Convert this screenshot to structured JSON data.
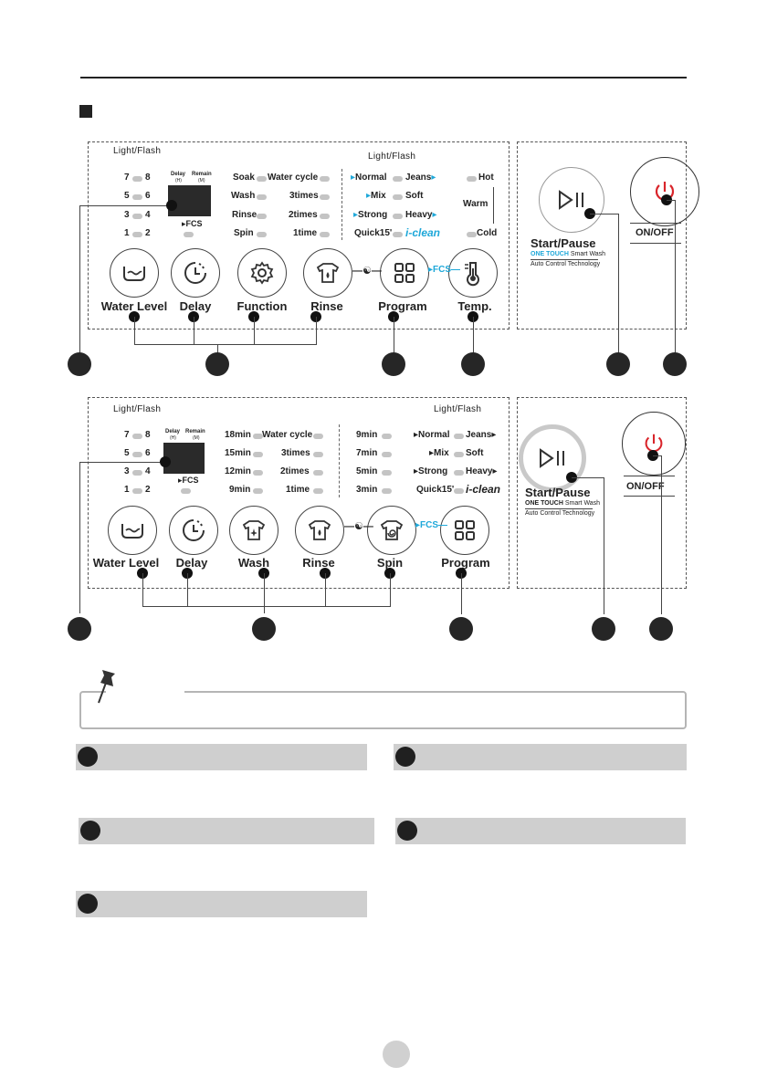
{
  "panel1": {
    "light_flash_left": "Light/Flash",
    "light_flash_right": "Light/Flash",
    "levels": [
      "7",
      "8",
      "5",
      "6",
      "3",
      "4",
      "1",
      "2"
    ],
    "delay": "Delay",
    "delay_unit": "(H)",
    "remain": "Remain",
    "remain_unit": "(M)",
    "fcs": "FCS",
    "functions": [
      "Soak",
      "Wash",
      "Rinse",
      "Spin"
    ],
    "rinse_opts": [
      "Water cycle",
      "3times",
      "2times",
      "1time"
    ],
    "programs_left": [
      "Normal",
      "Mix",
      "Strong",
      "Quick15'"
    ],
    "programs_right": [
      "Jeans",
      "Soft",
      "Heavy",
      "i-clean"
    ],
    "temps": [
      "Hot",
      "Warm",
      "Cold"
    ],
    "buttons": [
      "Water Level",
      "Delay",
      "Function",
      "Rinse",
      "Program",
      "Temp."
    ],
    "fcs_link": "FCS",
    "start_pause": "Start/Pause",
    "one_touch": "ONE TOUCH",
    "smart_wash": "Smart Wash",
    "auto_control": "Auto Control Technology",
    "on_off": "ON/OFF"
  },
  "panel2": {
    "light_flash_left": "Light/Flash",
    "light_flash_right": "Light/Flash",
    "levels": [
      "7",
      "8",
      "5",
      "6",
      "3",
      "4",
      "1",
      "2"
    ],
    "delay": "Delay",
    "delay_unit": "(H)",
    "remain": "Remain",
    "remain_unit": "(M)",
    "fcs": "FCS",
    "wash_times": [
      "18min",
      "15min",
      "12min",
      "9min"
    ],
    "rinse_opts": [
      "Water cycle",
      "3times",
      "2times",
      "1time"
    ],
    "spin_times": [
      "9min",
      "7min",
      "5min",
      "3min"
    ],
    "programs_left": [
      "Normal",
      "Mix",
      "Strong",
      "Quick15'"
    ],
    "programs_right": [
      "Jeans",
      "Soft",
      "Heavy",
      "i-clean"
    ],
    "buttons": [
      "Water Level",
      "Delay",
      "Wash",
      "Rinse",
      "Spin",
      "Program"
    ],
    "fcs_link": "FCS",
    "start_pause": "Start/Pause",
    "one_touch": "ONE TOUCH",
    "smart_wash": "Smart Wash",
    "auto_control": "Auto Control Technology",
    "on_off": "ON/OFF"
  },
  "colors": {
    "accent_cyan": "#1fa8d9",
    "power_red": "#d9252b",
    "callout": "#262626",
    "bar_gray": "#cfcfcf"
  }
}
